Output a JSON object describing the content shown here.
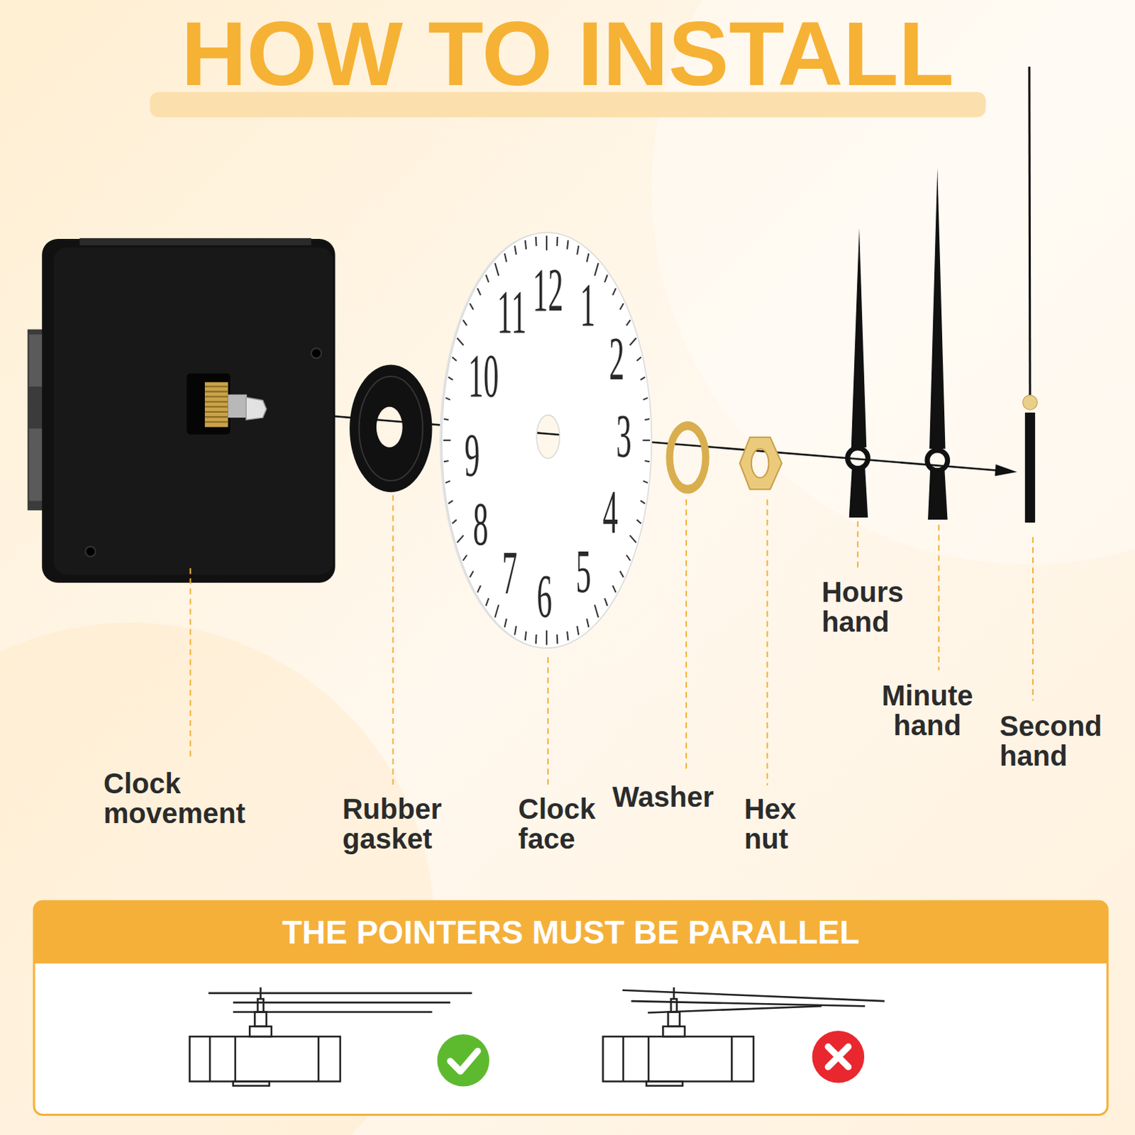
{
  "diagram": {
    "title": "HOW TO INSTALL",
    "nodes": [
      {
        "text": [
          "12",
          "1",
          "2",
          "3",
          "4",
          "5",
          "6",
          "7",
          "8",
          "9",
          "10",
          "11"
        ]
      },
      {
        "text": [
          "THE POINTERS MUST BE PARALLEL"
        ]
      }
    ],
    "labels": [
      "Clock movement",
      "Rubber gasket",
      "Clock face",
      "Washer",
      "Hex nut",
      "Hours hand",
      "Minute hand",
      "Second hand"
    ]
  }
}
